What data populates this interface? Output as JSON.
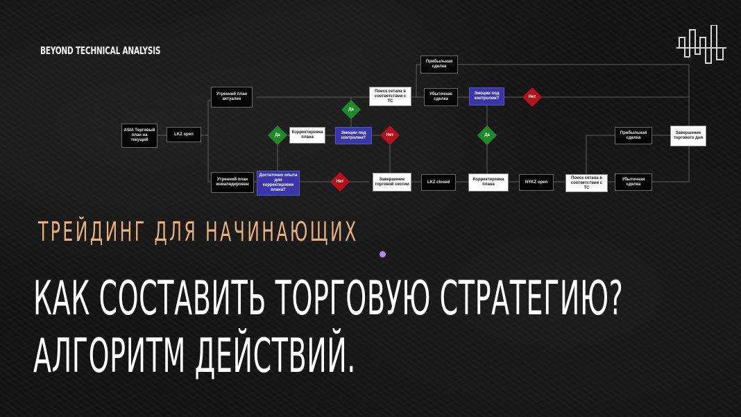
{
  "brand": {
    "text": "BEYOND TECHNICAL ANALYSIS",
    "logo_icon": "bar-waveform-logo-icon"
  },
  "flowchart": {
    "nodes": {
      "asia": "ASIA Торговый план на текущий",
      "lkz_open": "LKZ open",
      "morning_plan_valid": "Утренний план актуален",
      "morning_plan_invalid": "Утренний план инвалидирован",
      "enough_experience": "Достаточно опыта для корректировки плана?",
      "plan_correction_1": "Корректировка плана",
      "emotions_1": "Эмоции под контролем?",
      "search_setup_1": "Поиск сетапа в соответствии с ТС",
      "profit_trade_1": "Прибыльная сделка",
      "loss_trade_1": "Убыточная сделка",
      "emotions_2": "Эмоции под контролем?",
      "session_end": "Завершение торговой сессии",
      "lkz_closed": "LKZ closed",
      "plan_correction_2": "Корректировка плана",
      "nykz_open": "NYKZ open",
      "search_setup_2": "Поиск сетапа в соответствии с ТС",
      "profit_trade_2": "Прибыльная сделка",
      "loss_trade_2": "Убыточная сделка",
      "day_end": "Завершение торгового дня"
    },
    "decisions": {
      "yes": "Да",
      "no": "Нет"
    },
    "colors": {
      "yes": "#1f8a2c",
      "no": "#b3141c",
      "question": "#3b36a8"
    }
  },
  "subtitle": "ТРЕЙДИНГ ДЛЯ НАЧИНАЮЩИХ",
  "title": {
    "line1": "КАК СОСТАВИТЬ ТОРГОВУЮ СТРАТЕГИЮ?",
    "line2": "АЛГОРИТМ ДЕЙСТВИЙ."
  },
  "accent": {
    "subtitle_color": "#e8b07d",
    "dot_color": "#b48bef"
  }
}
